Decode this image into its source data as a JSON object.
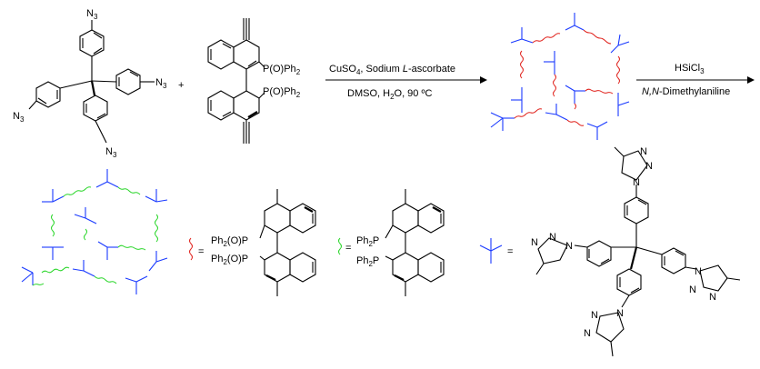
{
  "colors": {
    "cage_bonds": "#1a3aff",
    "phosphine_oxide_linker": "#e0201a",
    "phosphine_linker": "#29d629",
    "structure": "#000000"
  },
  "reagents": {
    "azide": "N",
    "azide_sub": "3",
    "plus": "+",
    "po_top": "P(O)Ph",
    "po_bottom": "P(O)Ph",
    "ph_sub": "2"
  },
  "arrow1": {
    "line1_a": "CuSO",
    "line1_sub": "4",
    "line1_b": ", Sodium ",
    "line1_ital": "L",
    "line1_c": "-ascorbate",
    "line2_a": "DMSO, H",
    "line2_sub": "2",
    "line2_b": "O, 90 ºC"
  },
  "arrow2": {
    "line1_a": "HSiCl",
    "line1_sub": "3",
    "line2_ital": "N,N",
    "line2_b": "-Dimethylaniline"
  },
  "legend": {
    "equals": "=",
    "ph2o_p": "Ph",
    "ph2o_p_b": "(O)P",
    "ph2_p": "Ph",
    "ph2_p_b": "P",
    "sub2": "2"
  },
  "triazole": {
    "N": "N"
  }
}
